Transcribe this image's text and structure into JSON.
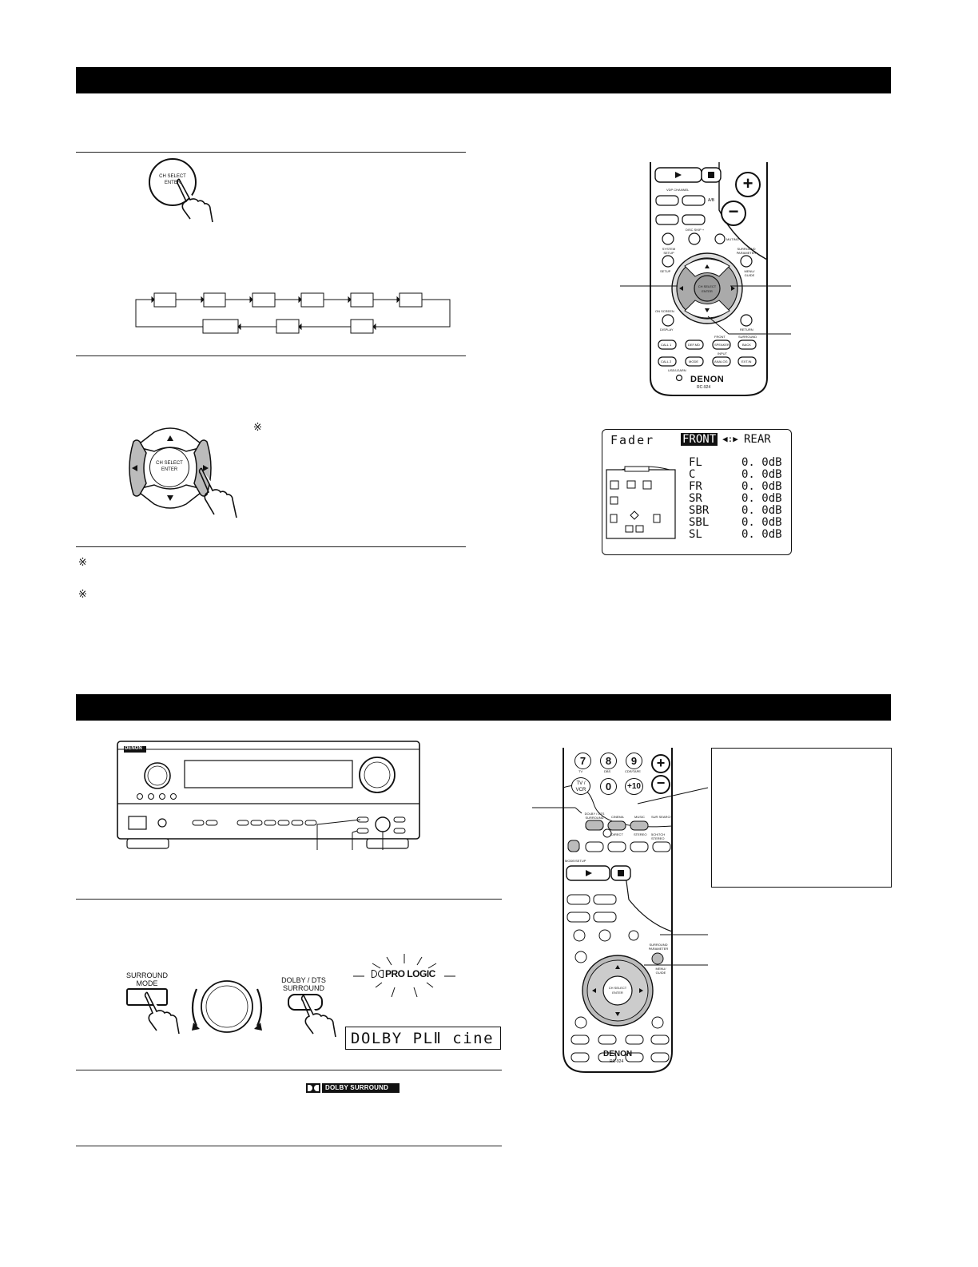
{
  "remote_top": {
    "brand": "DENON",
    "model": "RC-924",
    "labels": {
      "vdp_channel": "VDP CHANNEL",
      "ab": "A/B",
      "disc_skip": "DISC SKIP +",
      "muting": "MUTING",
      "system_setup": "SYSTEM SETUP",
      "setup": "SETUP",
      "surround_parameter": "SURROUND PARAMETER",
      "menu_guide": "MENU/ GUIDE",
      "ch_select": "CH SELECT",
      "enter": "ENTER",
      "on_screen": "ON SCREEN",
      "display": "DISPLAY",
      "return": "RETURN",
      "call1": "CALL 1",
      "def_mode": "DEF.MD",
      "front": "FRONT",
      "speaker": "SPEAKER",
      "surround": "SURROUND",
      "back": "BACK",
      "input": "INPUT",
      "call2": "CALL 2",
      "mode": "MODE",
      "analog": "ANALOG",
      "ext_in": "EXT.IN",
      "use_learn": "USE/LEARN"
    }
  },
  "ch_select_button": {
    "line1": "CH SELECT",
    "line2": "ENTER"
  },
  "cursor_pad": {
    "line1": "CH SELECT",
    "line2": "ENTER"
  },
  "reference_mark": "※",
  "fader_osd": {
    "title": "Fader",
    "highlight": "FRONT",
    "arrows": "◀:▶",
    "rear": "REAR",
    "channels": [
      {
        "name": "FL",
        "value": "0. 0dB"
      },
      {
        "name": "C",
        "value": "0. 0dB"
      },
      {
        "name": "FR",
        "value": "0. 0dB"
      },
      {
        "name": "SR",
        "value": "0. 0dB"
      },
      {
        "name": "SBR",
        "value": "0. 0dB"
      },
      {
        "name": "SBL",
        "value": "0. 0dB"
      },
      {
        "name": "SL",
        "value": "0. 0dB"
      }
    ]
  },
  "receiver": {
    "brand": "DENON"
  },
  "remote_bottom": {
    "brand": "DENON",
    "model": "RC-924",
    "keys": {
      "k7": "7",
      "k8": "8",
      "k9": "9",
      "k0": "0",
      "k10": "+10"
    },
    "labels": {
      "tv": "TV",
      "dbs": "DBS",
      "cdr_tape": "CDR/TAPE",
      "tv_vcr": "TV / VCR",
      "dolby_dts": "DOLBY / DTS SURROUND",
      "cinema": "CINEMA",
      "music": "MUSIC",
      "ch_sel": "SUR SEARCH",
      "direct": "DIRECT",
      "stereo": "STEREO",
      "multi": "5CH/7CH STEREO",
      "mode_setup": "MODE/SETUP",
      "ch_select": "CH SELECT",
      "enter": "ENTER",
      "surround_parameter": "SURROUND PARAMETER",
      "menu_guide": "MENU/ GUIDE"
    }
  },
  "surround_mode_button": {
    "line1": "SURROUND",
    "line2": "MODE"
  },
  "dolby_dts_button": {
    "line1": "DOLBY / DTS",
    "line2": "SURROUND"
  },
  "pro_logic_indicator": "PRO LOGIC",
  "fl_display_text": "DOLBY PLⅡ cine",
  "dolby_surround_logo": "DOLBY SURROUND"
}
